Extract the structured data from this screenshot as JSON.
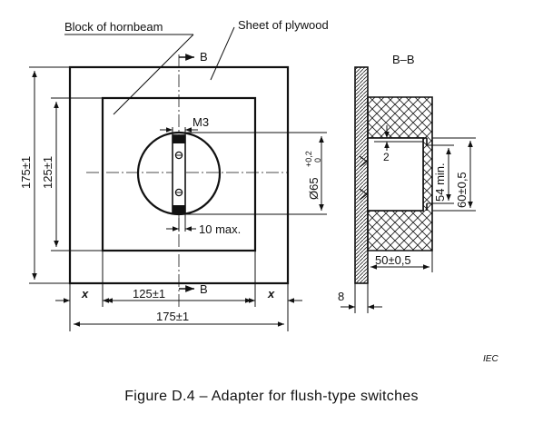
{
  "labels": {
    "block_of_hornbeam": "Block of hornbeam",
    "sheet_of_plywood": "Sheet of plywood",
    "section_label": "B–B",
    "section_marker_top": "B",
    "section_marker_bottom": "B",
    "thread": "M3",
    "iec": "IEC"
  },
  "dimensions": {
    "outer_height": "175±1",
    "inner_height": "125±1",
    "diameter": "Ø65",
    "diameter_tol_upper": "+0,2",
    "diameter_tol_lower": "0",
    "max_depth": "10 max.",
    "offset_left": "x",
    "offset_right": "x",
    "inner_width": "125±1",
    "outer_width": "175±1",
    "gap": "2",
    "min_height": "54 min.",
    "cavity_height": "60±0,5",
    "cavity_depth": "50±0,5",
    "sheet_thickness": "8"
  },
  "caption": "Figure D.4 – Adapter for flush-type switches"
}
